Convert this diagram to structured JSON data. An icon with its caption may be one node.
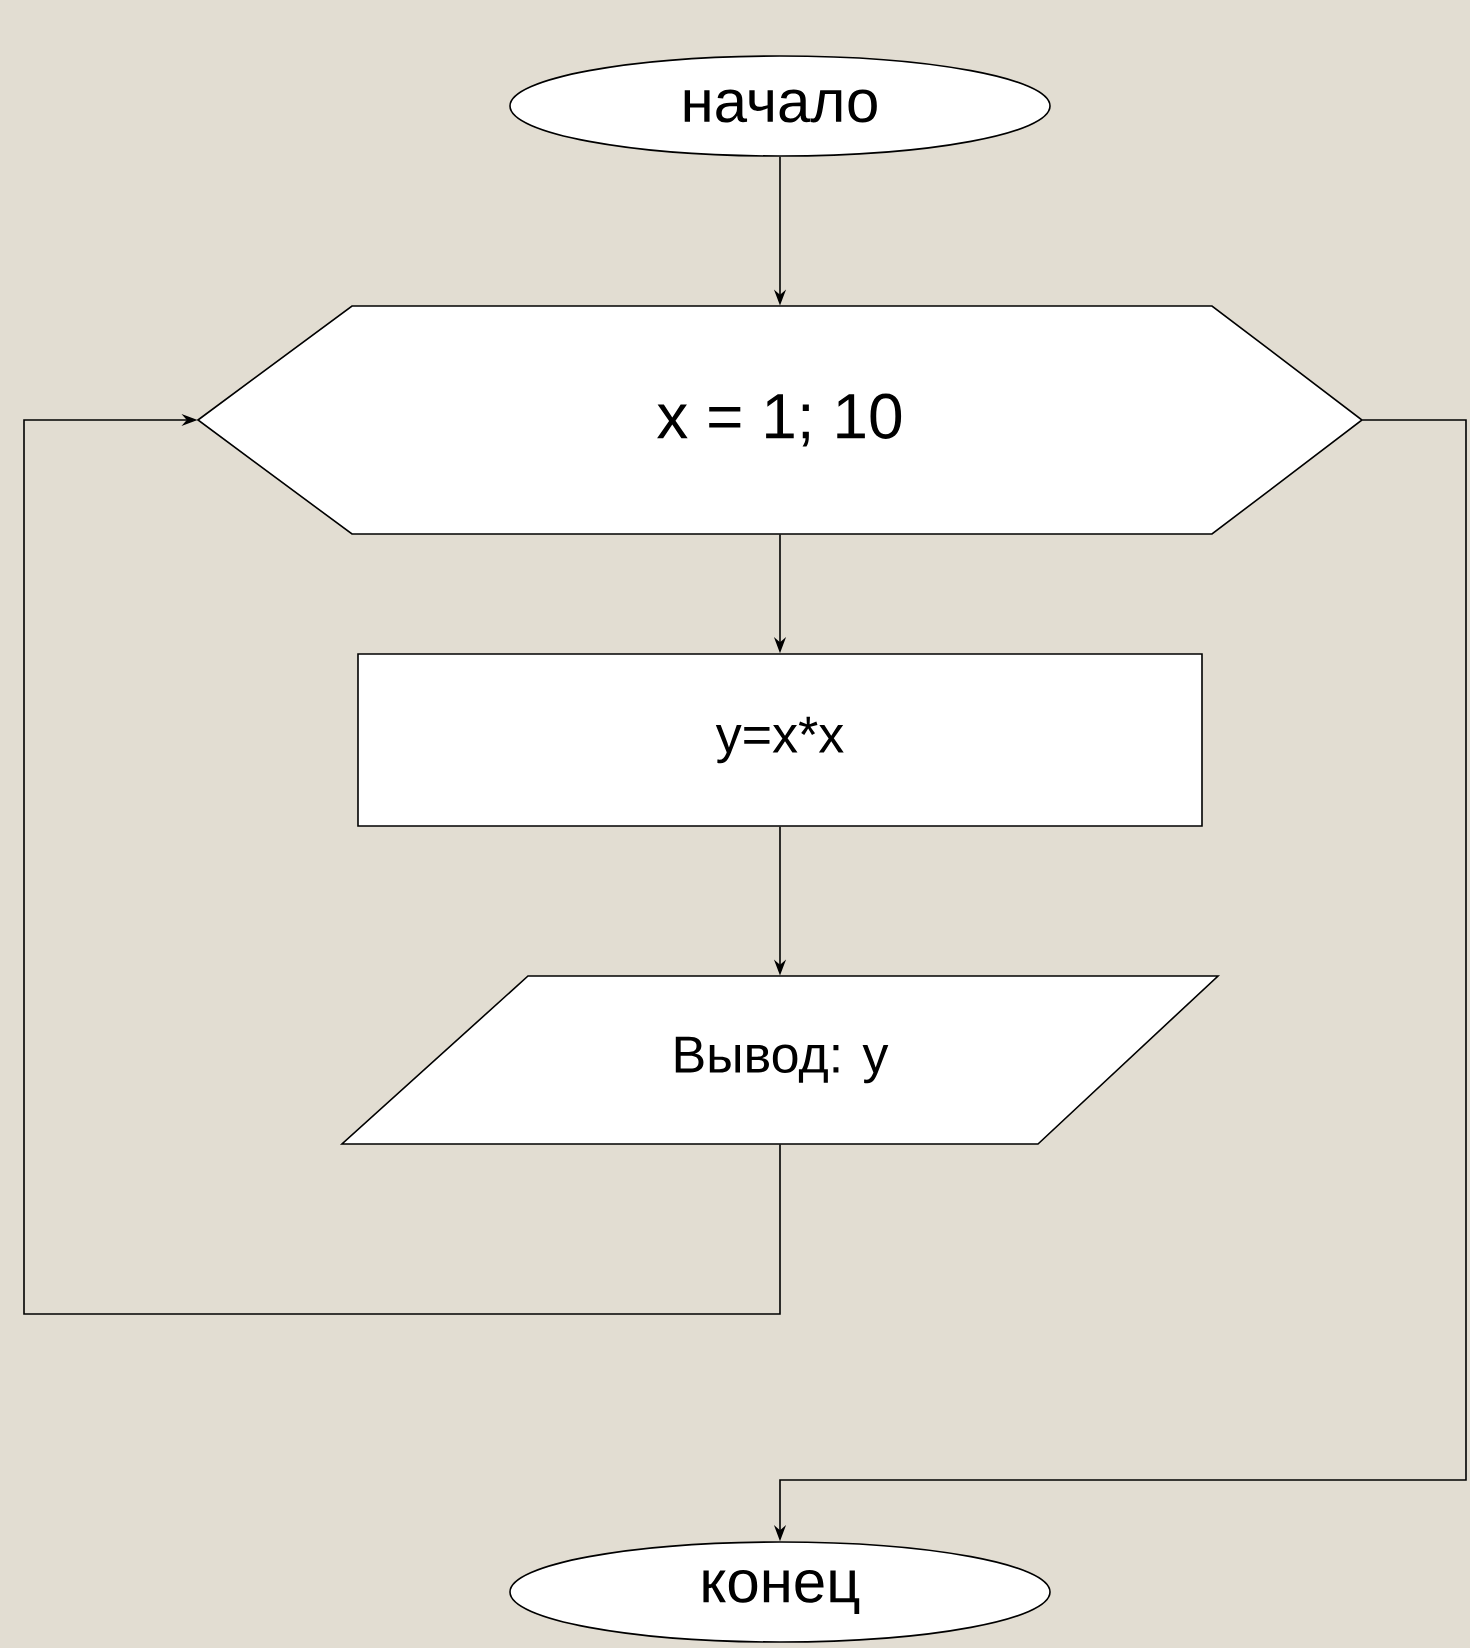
{
  "diagram": {
    "nodes": [
      {
        "text": [
          "начало"
        ]
      },
      {
        "text": [
          "x = 1; 10"
        ]
      },
      {
        "text": [
          "y=x*x"
        ]
      },
      {
        "text": [
          "Вывод: y"
        ]
      },
      {
        "text": [
          "конец"
        ]
      }
    ],
    "edges": [
      {
        "from": 0,
        "to": 1,
        "arrow": "to"
      },
      {
        "from": 1,
        "to": 2,
        "arrow": "to"
      },
      {
        "from": 2,
        "to": 3,
        "arrow": "to"
      },
      {
        "from": 3,
        "to": 1,
        "arrow": "to"
      },
      {
        "from": 1,
        "to": 4,
        "arrow": "to"
      }
    ]
  }
}
